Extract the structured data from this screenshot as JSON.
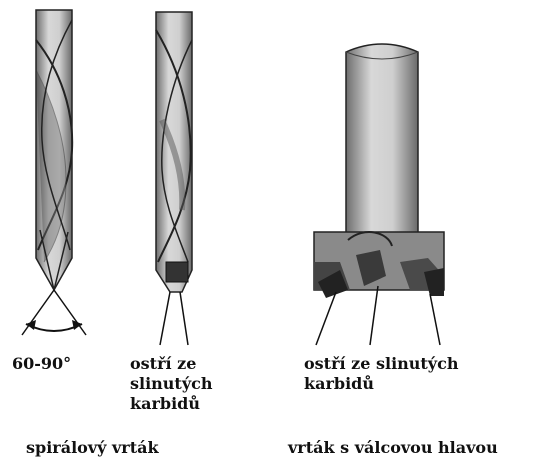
{
  "drill1": {
    "angle_label": "60-90°"
  },
  "drill2": {
    "label_lines": [
      "ostří ze",
      "slinutých",
      "karbidů"
    ]
  },
  "drill3": {
    "label_lines": [
      "ostří ze slinutých",
      "karbidů"
    ]
  },
  "captions": {
    "left": "spirálový vrták",
    "right": "vrták s válcovou hlavou"
  },
  "colors": {
    "ink": "#1a1a1a",
    "shade_dark": "#555555",
    "shade_mid": "#9a9a9a",
    "shade_light": "#d6d6d6"
  }
}
